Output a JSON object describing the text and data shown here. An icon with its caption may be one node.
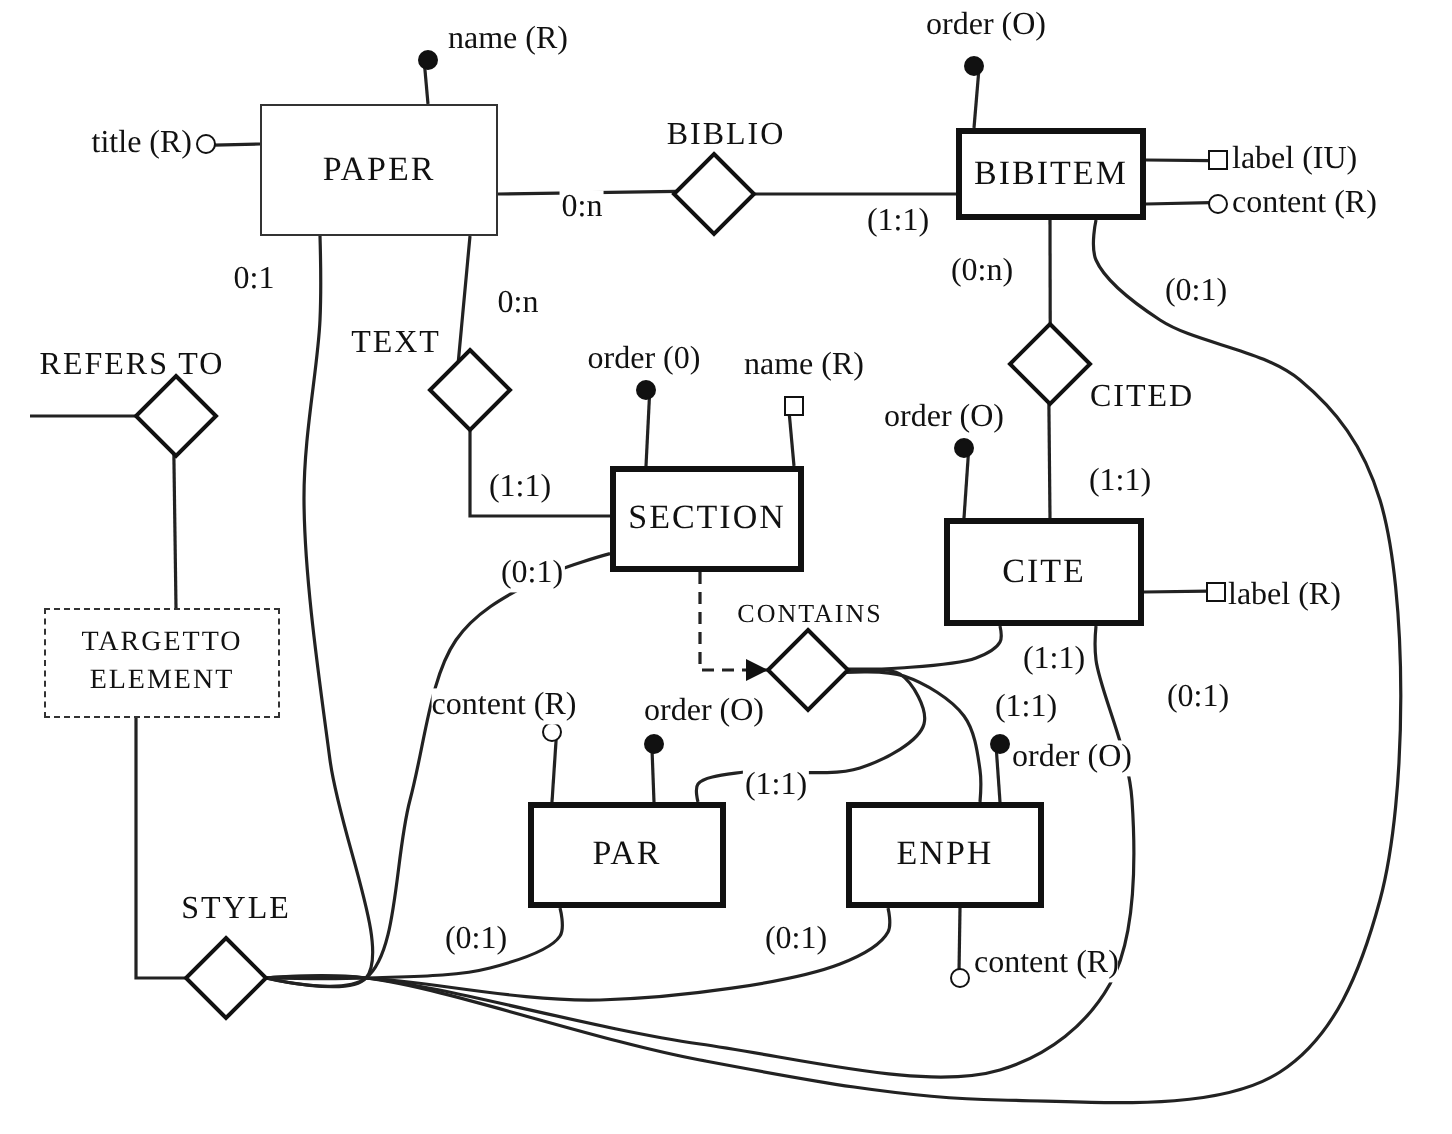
{
  "diagram": {
    "nodes": [
      {
        "text": [],
        "shape": "dot",
        "beside": [
          "order (O)"
        ]
      },
      {
        "text": [],
        "shape": "dot",
        "beside": [
          "name (R)"
        ]
      },
      {
        "text": [],
        "shape": "circle",
        "beside": [
          "title (R)"
        ]
      },
      {
        "text": [
          "PAPER"
        ]
      },
      {
        "text": [
          "BIBLIO"
        ]
      },
      {
        "text": [
          "BIBITEM"
        ]
      },
      {
        "text": [],
        "shape": "square",
        "beside": [
          "label (IU)"
        ]
      },
      {
        "text": [],
        "shape": "circle",
        "beside": [
          "content (R)"
        ]
      },
      {
        "text": [
          "TEXT"
        ]
      },
      {
        "text": [
          "CITED"
        ]
      },
      {
        "text": [
          "REFERS TO"
        ]
      },
      {
        "text": [],
        "shape": "dot",
        "beside": [
          "order (0)"
        ]
      },
      {
        "text": [],
        "shape": "square",
        "beside": [
          "name (R)"
        ]
      },
      {
        "text": [],
        "shape": "dot",
        "beside": [
          "order (O)"
        ]
      },
      {
        "text": [
          "SECTION"
        ]
      },
      {
        "text": [
          "CITE"
        ]
      },
      {
        "text": [],
        "shape": "square",
        "beside": [
          "label (R)"
        ]
      },
      {
        "text": [
          "TARGETTO ELEMENT"
        ]
      },
      {
        "text": [
          "CONTAINS"
        ]
      },
      {
        "text": [],
        "shape": "circle",
        "beside": [
          "content (R)"
        ]
      },
      {
        "text": [],
        "shape": "dot",
        "beside": [
          "order (O)"
        ]
      },
      {
        "text": [],
        "shape": "dot",
        "beside": [
          "order (O)"
        ]
      },
      {
        "text": [
          "PAR"
        ]
      },
      {
        "text": [
          "ENPH"
        ]
      },
      {
        "text": [
          "STYLE"
        ]
      },
      {
        "text": [],
        "shape": "circle",
        "beside": [
          "content (R)"
        ]
      }
    ],
    "edges": [
      {
        "from": 3,
        "to": 4,
        "arrow": "none",
        "label": "0:n"
      },
      {
        "from": 4,
        "to": 5,
        "arrow": "none",
        "label": "(1:1)"
      },
      {
        "from": 3,
        "to": 8,
        "arrow": "none",
        "label": "0:n"
      },
      {
        "from": 8,
        "to": 14,
        "arrow": "none",
        "label": "(1:1)"
      },
      {
        "from": 5,
        "to": 9,
        "arrow": "none",
        "label": "(0:n)"
      },
      {
        "from": 9,
        "to": 15,
        "arrow": "none",
        "label": "(1:1)"
      },
      {
        "from": 14,
        "to": 18,
        "arrow": "to",
        "style": "dashed"
      },
      {
        "from": 18,
        "to": 15,
        "arrow": "none",
        "label": "(1:1)"
      },
      {
        "from": 18,
        "to": 23,
        "arrow": "none",
        "label": "(1:1)"
      },
      {
        "from": 18,
        "to": 22,
        "arrow": "none",
        "label": "(1:1)"
      },
      {
        "from": 24,
        "to": 3,
        "arrow": "none",
        "label": "0:1"
      },
      {
        "from": 24,
        "to": 14,
        "arrow": "none",
        "label": "(0:1)"
      },
      {
        "from": 24,
        "to": 22,
        "arrow": "none",
        "label": "(0:1)"
      },
      {
        "from": 24,
        "to": 23,
        "arrow": "none",
        "label": "(0:1)"
      },
      {
        "from": 24,
        "to": 15,
        "arrow": "none",
        "label": "(0:1)"
      },
      {
        "from": 24,
        "to": 5,
        "arrow": "none",
        "label": "(0:1)"
      },
      {
        "from": 24,
        "to": 17,
        "arrow": "none"
      },
      {
        "from": 10,
        "to": 17,
        "arrow": "none"
      },
      {
        "from": null,
        "to": 10,
        "arrow": "none"
      },
      {
        "from": 3,
        "to": 1,
        "arrow": "none"
      },
      {
        "from": 3,
        "to": 2,
        "arrow": "none"
      },
      {
        "from": 5,
        "to": 0,
        "arrow": "none"
      },
      {
        "from": 5,
        "to": 6,
        "arrow": "none"
      },
      {
        "from": 5,
        "to": 7,
        "arrow": "none"
      },
      {
        "from": 14,
        "to": 11,
        "arrow": "none"
      },
      {
        "from": 14,
        "to": 12,
        "arrow": "none"
      },
      {
        "from": 15,
        "to": 13,
        "arrow": "none"
      },
      {
        "from": 15,
        "to": 16,
        "arrow": "none"
      },
      {
        "from": 22,
        "to": 19,
        "arrow": "none"
      },
      {
        "from": 22,
        "to": 20,
        "arrow": "none"
      },
      {
        "from": 23,
        "to": 21,
        "arrow": "none"
      },
      {
        "from": 23,
        "to": 25,
        "arrow": "none"
      }
    ]
  }
}
